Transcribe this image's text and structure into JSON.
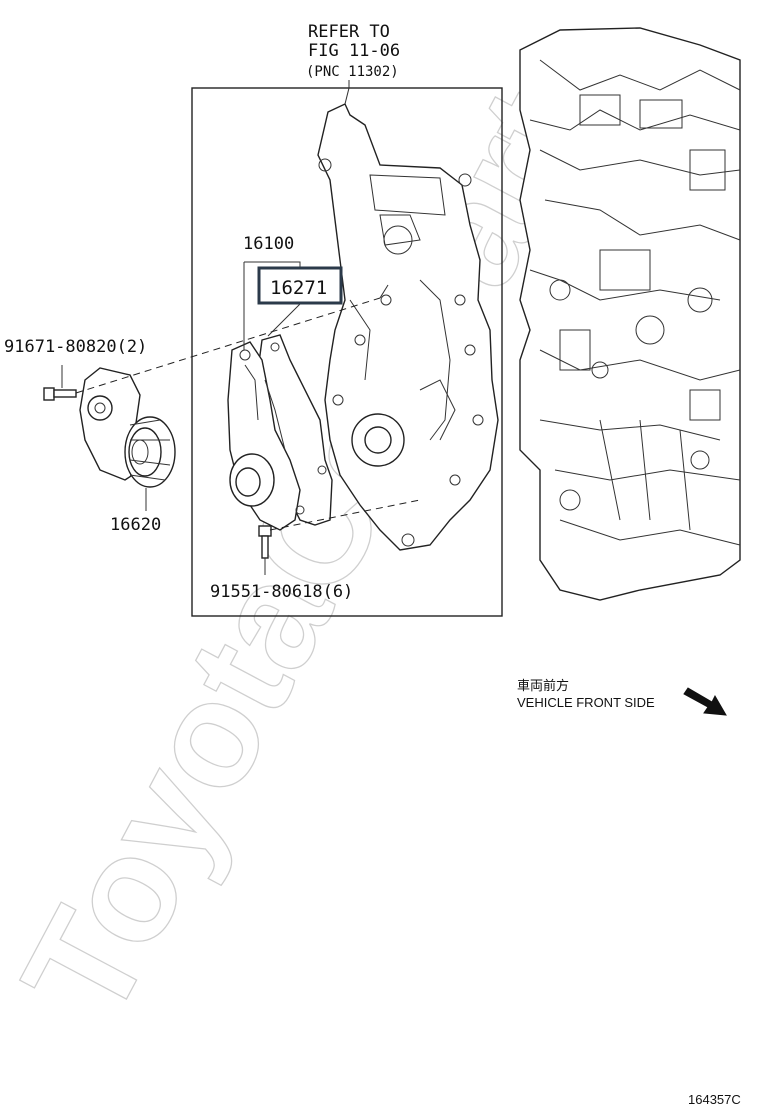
{
  "callouts": {
    "refer_line1": "REFER TO",
    "refer_line2": "FIG 11-06",
    "refer_line3": "(PNC 11302)",
    "part_16100": "16100",
    "part_16271": "16271",
    "part_91671": "91671-80820(2)",
    "part_16620": "16620",
    "part_91551": "91551-80618(6)"
  },
  "direction": {
    "jp": "車両前方",
    "en": "VEHICLE FRONT SIDE"
  },
  "watermark": "ToyotaCarParts",
  "figure_code": "164357C",
  "colors": {
    "ink": "#111111",
    "highlight_border": "#2b3a4a",
    "watermark": "#cfcfcf"
  }
}
